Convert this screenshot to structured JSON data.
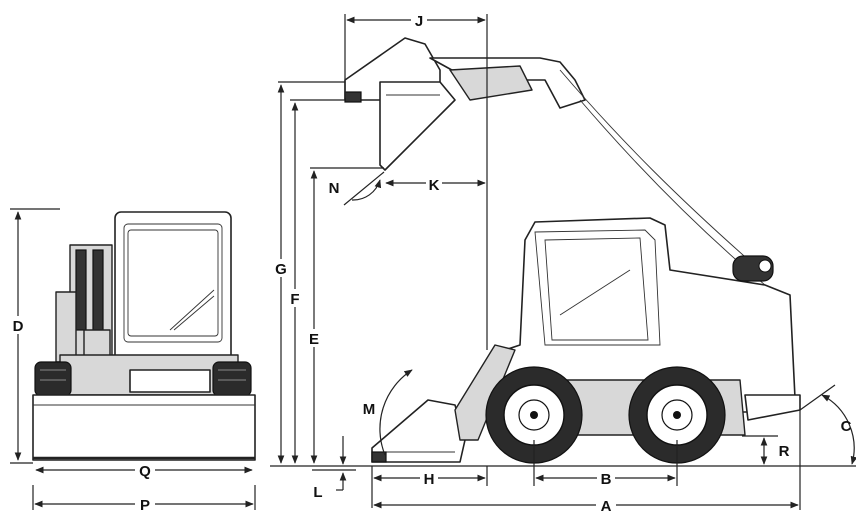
{
  "diagram": {
    "dimension_labels": {
      "A": "A",
      "B": "B",
      "C": "C",
      "D": "D",
      "E": "E",
      "F": "F",
      "G": "G",
      "H": "H",
      "J": "J",
      "K": "K",
      "L": "L",
      "M": "M",
      "N": "N",
      "P": "P",
      "Q": "Q",
      "R": "R"
    }
  }
}
